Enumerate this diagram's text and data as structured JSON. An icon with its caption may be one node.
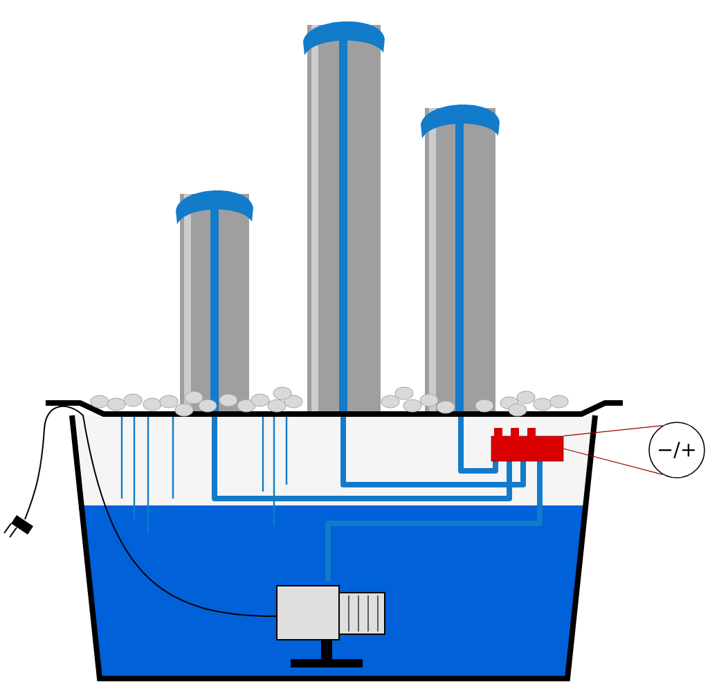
{
  "diagram": {
    "nodes": [
      {
        "text": [],
        "shape": "box"
      },
      {
        "text": [
          "−/+"
        ]
      }
    ],
    "edges": [
      {
        "from": 1,
        "to": 0,
        "arrow": "none"
      }
    ]
  }
}
